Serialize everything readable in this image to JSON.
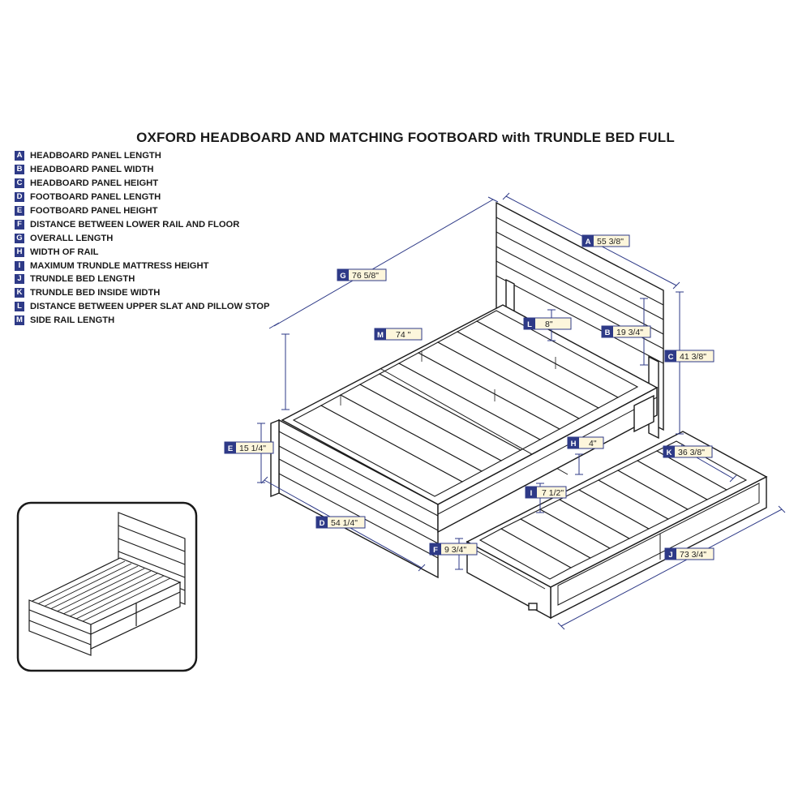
{
  "title": "OXFORD HEADBOARD AND MATCHING FOOTBOARD with TRUNDLE BED FULL",
  "legend": [
    {
      "key": "A",
      "label": "HEADBOARD PANEL LENGTH"
    },
    {
      "key": "B",
      "label": "HEADBOARD PANEL WIDTH"
    },
    {
      "key": "C",
      "label": "HEADBOARD PANEL HEIGHT"
    },
    {
      "key": "D",
      "label": "FOOTBOARD PANEL LENGTH"
    },
    {
      "key": "E",
      "label": "FOOTBOARD PANEL HEIGHT"
    },
    {
      "key": "F",
      "label": "DISTANCE BETWEEN LOWER RAIL AND FLOOR"
    },
    {
      "key": "G",
      "label": "OVERALL LENGTH"
    },
    {
      "key": "H",
      "label": "WIDTH OF RAIL"
    },
    {
      "key": "I",
      "label": "MAXIMUM TRUNDLE MATTRESS HEIGHT"
    },
    {
      "key": "J",
      "label": "TRUNDLE BED LENGTH"
    },
    {
      "key": "K",
      "label": "TRUNDLE BED INSIDE WIDTH"
    },
    {
      "key": "L",
      "label": "DISTANCE BETWEEN UPPER SLAT AND PILLOW STOP"
    },
    {
      "key": "M",
      "label": "SIDE RAIL LENGTH"
    }
  ],
  "dimensions": {
    "A": {
      "key": "A",
      "value": "55 3/8\""
    },
    "B": {
      "key": "B",
      "value": "19 3/4\""
    },
    "C": {
      "key": "C",
      "value": "41 3/8\""
    },
    "D": {
      "key": "D",
      "value": "54 1/4\""
    },
    "E": {
      "key": "E",
      "value": "15 1/4\""
    },
    "F": {
      "key": "F",
      "value": "9 3/4\""
    },
    "G": {
      "key": "G",
      "value": "76 5/8\""
    },
    "H": {
      "key": "H",
      "value": "4\""
    },
    "I": {
      "key": "I",
      "value": "7 1/2\""
    },
    "J": {
      "key": "J",
      "value": "73 3/4\""
    },
    "K": {
      "key": "K",
      "value": "36 3/8\""
    },
    "L": {
      "key": "L",
      "value": "8\""
    },
    "M": {
      "key": "M",
      "value": "74 \""
    }
  },
  "colors": {
    "label_key_fill": "#2e3a87",
    "label_box_fill": "#fdf6dc",
    "label_box_stroke": "#2e3a87",
    "dimension_line": "#2e3a87",
    "bed_line": "#1a1a1a"
  },
  "images": {
    "main": "isometric bed frame with trundle drawer pulled out",
    "thumbnail": "small isometric bed preview"
  }
}
